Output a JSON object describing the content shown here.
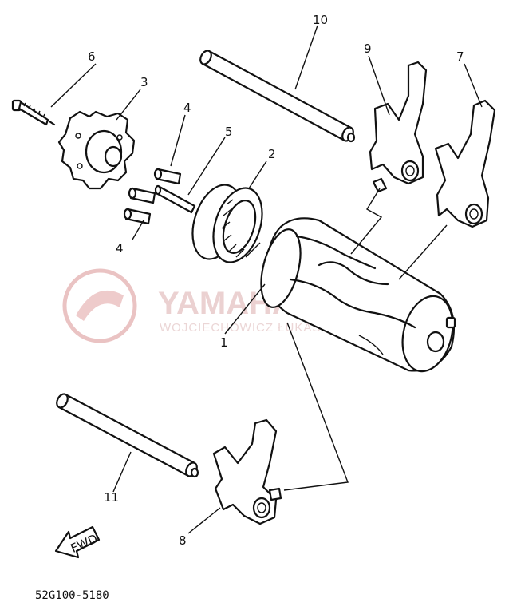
{
  "watermark": {
    "brand": "YAMAHAKLIP.PL",
    "subtitle": "WOJCIECHOWICZ ŁUKASZ YAMAHA"
  },
  "callouts": [
    "1",
    "2",
    "3",
    "4",
    "4",
    "5",
    "6",
    "7",
    "8",
    "9",
    "10",
    "11"
  ],
  "fwd_label": "FWD",
  "diagram_code": "52G100-5180"
}
